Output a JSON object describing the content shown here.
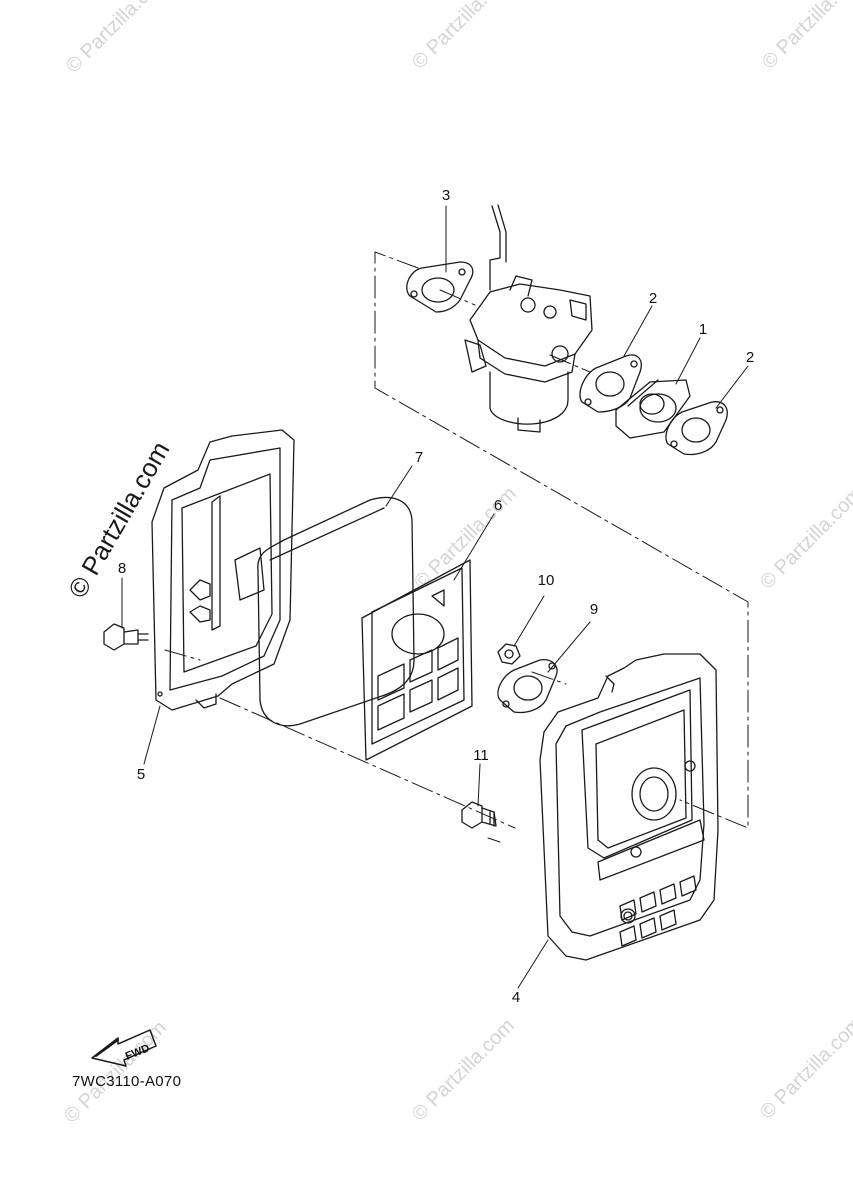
{
  "diagram": {
    "code": "7WC3110-A070",
    "watermark": "© Partzilla.com",
    "watermark_small": "© Partzilla.com",
    "fwd_label": "FWD",
    "callouts": {
      "c1": "1",
      "c2a": "2",
      "c2b": "2",
      "c3": "3",
      "c4": "4",
      "c5": "5",
      "c6": "6",
      "c7": "7",
      "c8": "8",
      "c9": "9",
      "c10": "10",
      "c11": "11"
    },
    "parts": [
      "carburetor",
      "gasket",
      "joint",
      "gasket",
      "air-cleaner-case",
      "air-cleaner-case-cover",
      "element-sponge",
      "element-holder",
      "bolt",
      "gasket",
      "nut",
      "bolt"
    ]
  }
}
